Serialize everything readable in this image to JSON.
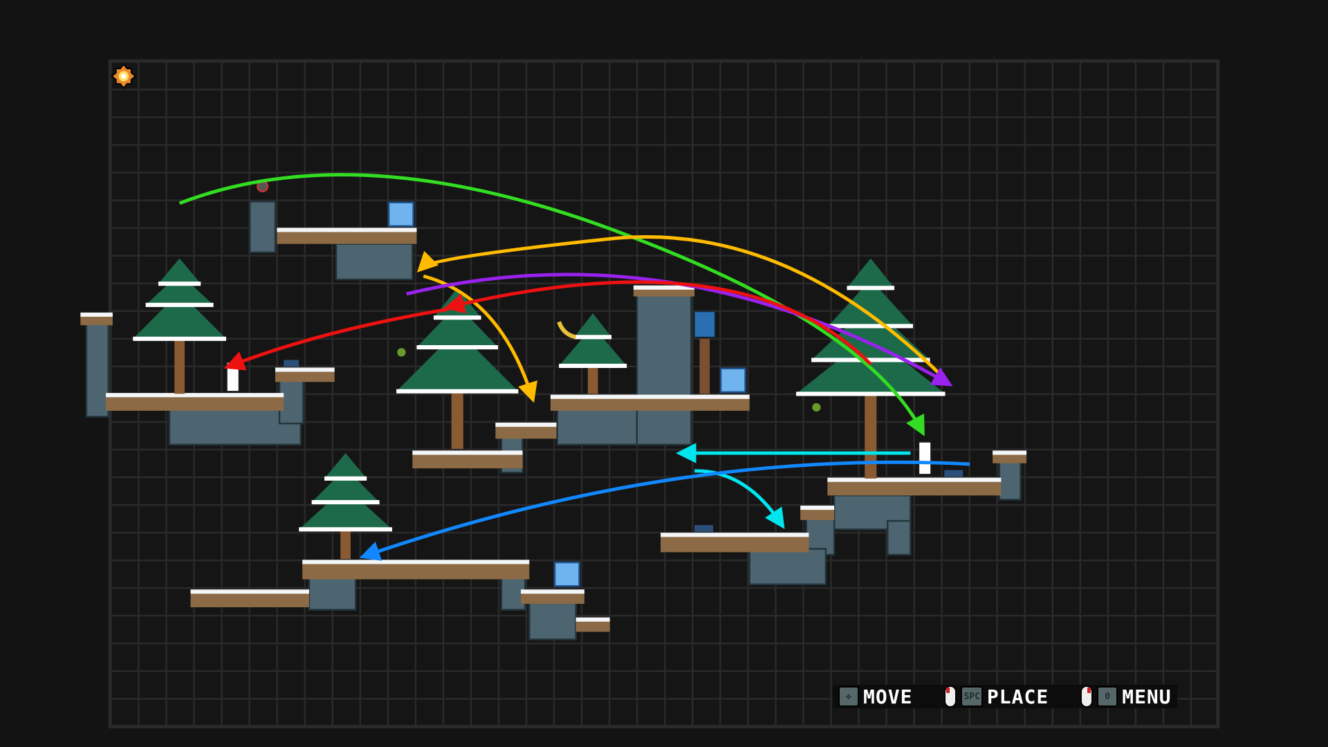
{
  "hud": {
    "move_label": "MOVE",
    "place_key": "SPC",
    "place_label": "PLACE",
    "menu_key": "0",
    "menu_label": "MENU"
  },
  "icons": [
    "sun-icon",
    "dpad-icon",
    "mouse-left-icon",
    "mouse-right-icon",
    "spacebar-key-icon",
    "zero-key-icon"
  ],
  "colors": {
    "background": "#131313",
    "grid": "#2a2a2a",
    "green_arrow": "#33dd22",
    "yellow_arrow": "#ffbb00",
    "purple_arrow": "#9922ee",
    "red_arrow": "#ee1111",
    "cyan_arrow": "#00e5ee",
    "blue_arrow": "#1188ff"
  }
}
